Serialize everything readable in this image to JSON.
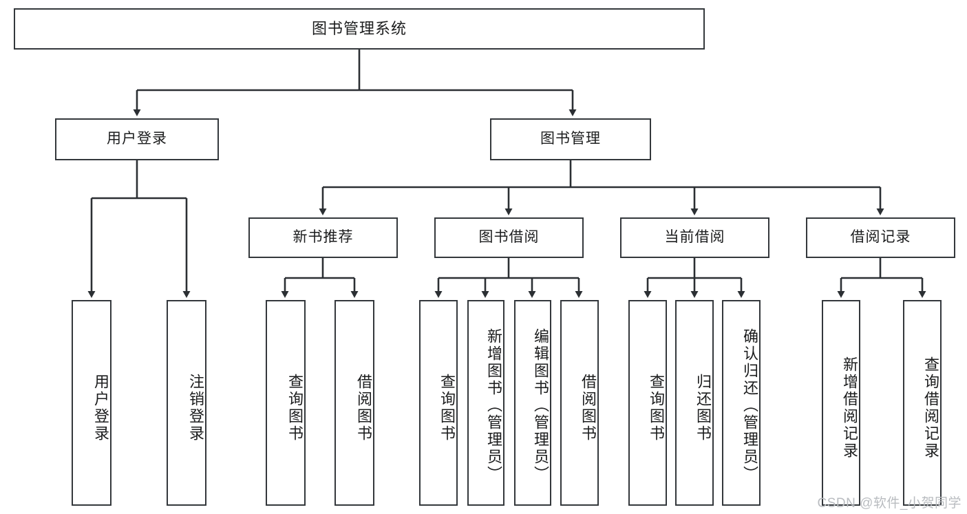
{
  "diagram": {
    "title": "图书管理系统",
    "type": "tree-hierarchy-diagram",
    "colors": {
      "box_border": "#33373b",
      "box_fill": "#ffffff",
      "edge": "#2b2f33",
      "text": "#1b1c1d",
      "watermark": "#b9bcc0",
      "background": "#ffffff"
    },
    "root": {
      "label": "图书管理系统"
    },
    "level2": [
      {
        "label": "用户登录"
      },
      {
        "label": "图书管理"
      }
    ],
    "level3": [
      {
        "label": "新书推荐"
      },
      {
        "label": "图书借阅"
      },
      {
        "label": "当前借阅"
      },
      {
        "label": "借阅记录"
      }
    ],
    "leaves": {
      "user_login": [
        {
          "label": "用户登录"
        },
        {
          "label": "注销登录"
        }
      ],
      "new_book_recommend": [
        {
          "label": "查询图书"
        },
        {
          "label": "借阅图书"
        }
      ],
      "book_borrow": [
        {
          "label": "查询图书"
        },
        {
          "label": "新增图书（管理员）"
        },
        {
          "label": "编辑图书（管理员）"
        },
        {
          "label": "借阅图书"
        }
      ],
      "current_borrow": [
        {
          "label": "查询图书"
        },
        {
          "label": "归还图书"
        },
        {
          "label": "确认归还（管理员）"
        }
      ],
      "borrow_record": [
        {
          "label": "新增借阅记录"
        },
        {
          "label": "查询借阅记录"
        }
      ]
    },
    "watermark": "CSDN @软件_小贺同学"
  }
}
